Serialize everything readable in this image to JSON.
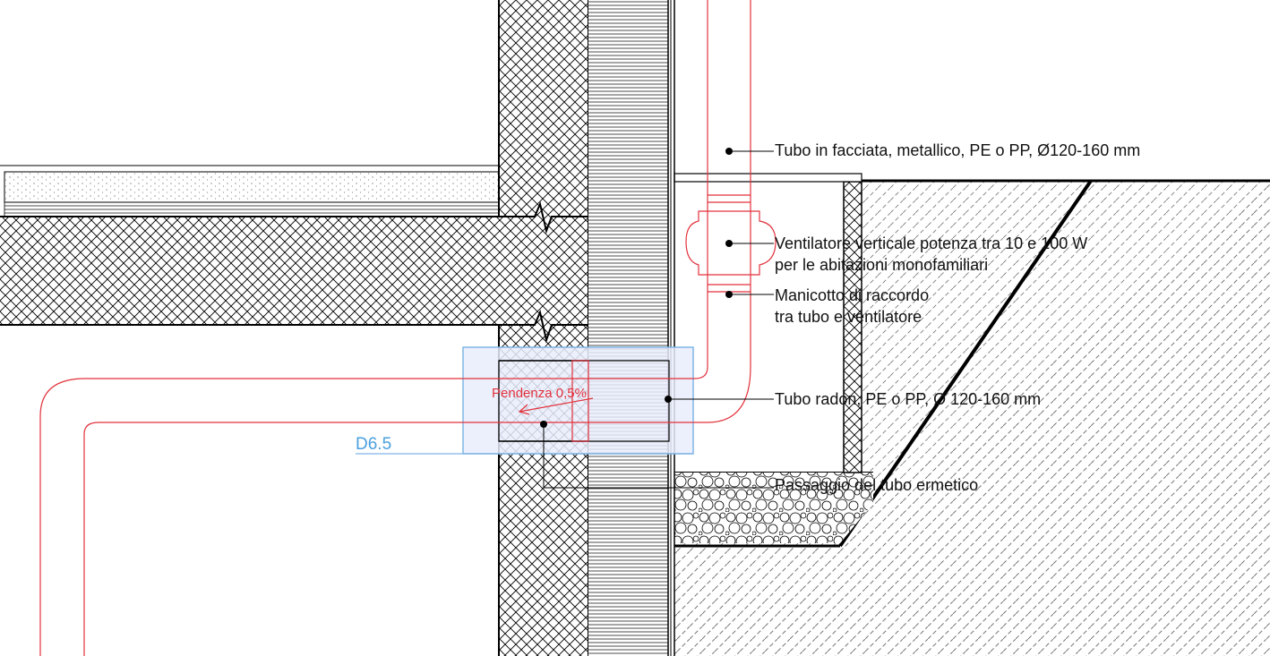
{
  "labels": {
    "facade_pipe": "Tubo in facciata, metallico, PE o PP, Ø120-160 mm",
    "fan_line1": "Ventilatore verticale potenza tra 10 e 100 W",
    "fan_line2": "per le abitazioni monofamiliari",
    "sleeve_line1": "Manicotto di raccordo",
    "sleeve_line2": "tra tubo e ventilatore",
    "radon_pipe": "Tubo radon, PE o PP, Ø 120-160 mm",
    "passage": "Passaggio del tubo ermetico",
    "slope": "Pendenza 0,5%",
    "detail_ref": "D6.5"
  },
  "colors": {
    "pipe": "#e2323c",
    "highlight_stroke": "#7fb5e6",
    "highlight_fill": "#e9ecfb",
    "detail_ref": "#4a9fde",
    "ink": "#000000"
  }
}
